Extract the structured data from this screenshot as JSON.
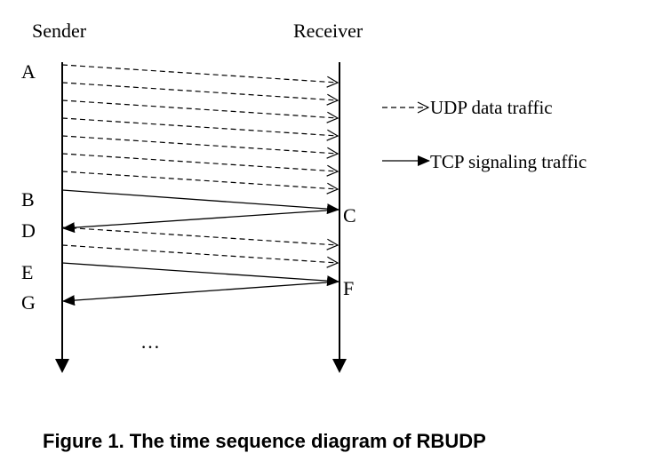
{
  "diagram": {
    "sender_label": "Sender",
    "receiver_label": "Receiver",
    "points": {
      "a": "A",
      "b": "B",
      "c": "C",
      "d": "D",
      "e": "E",
      "f": "F",
      "g": "G"
    },
    "continuation": "…",
    "legend": {
      "udp": "UDP data traffic",
      "tcp": "TCP signaling traffic"
    }
  },
  "caption": "Figure 1. The time sequence diagram of RBUDP",
  "colors": {
    "line": "#000000",
    "background": "#ffffff"
  }
}
